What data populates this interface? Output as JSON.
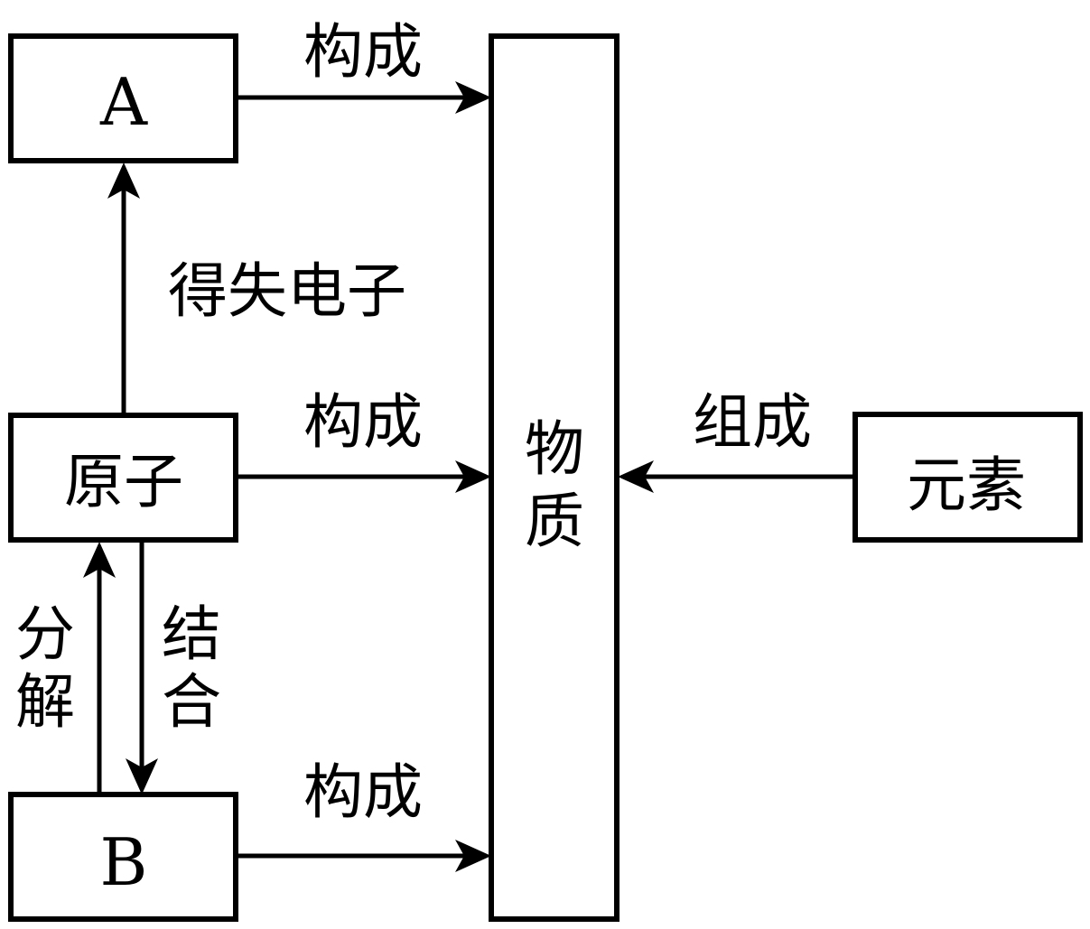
{
  "diagram": {
    "title": "",
    "nodes": {
      "A": {
        "label": "A"
      },
      "atom": {
        "label": "原子"
      },
      "B": {
        "label": "B"
      },
      "matter": {
        "label_top": "物",
        "label_bottom": "质",
        "label": "物质"
      },
      "element": {
        "label": "元素"
      }
    },
    "edges": [
      {
        "from": "A",
        "to": "matter",
        "label": "构成"
      },
      {
        "from": "atom",
        "to": "A",
        "label": "得失电子"
      },
      {
        "from": "atom",
        "to": "matter",
        "label": "构成"
      },
      {
        "from": "element",
        "to": "matter",
        "label": "组成"
      },
      {
        "from": "B",
        "to": "atom",
        "label_top": "分",
        "label_bottom": "解",
        "label": "分解"
      },
      {
        "from": "atom",
        "to": "B",
        "label_top": "结",
        "label_bottom": "合",
        "label": "结合"
      },
      {
        "from": "B",
        "to": "matter",
        "label": "构成"
      }
    ]
  }
}
